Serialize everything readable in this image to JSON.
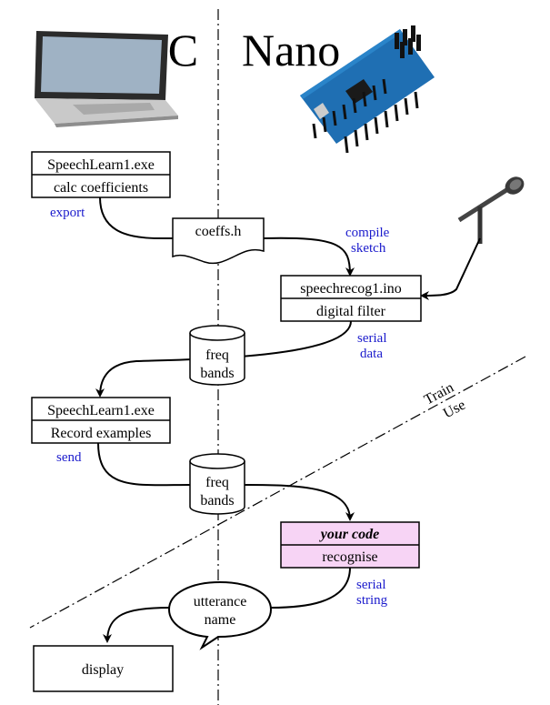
{
  "headings": {
    "pc": "PC",
    "nano": "Nano"
  },
  "labels": {
    "export": "export",
    "compile_line1": "compile",
    "compile_line2": "sketch",
    "serial_data_line1": "serial",
    "serial_data_line2": "data",
    "send": "send",
    "serial_string_line1": "serial",
    "serial_string_line2": "string",
    "train": "Train",
    "use": "Use"
  },
  "boxes": {
    "speechlearn_calc": {
      "line1": "SpeechLearn1.exe",
      "line2": "calc coefficients"
    },
    "coeffs_doc": {
      "label": "coeffs.h"
    },
    "speechrecog": {
      "line1": "speechrecog1.ino",
      "line2": "digital filter"
    },
    "freq_bands_1": {
      "line1": "freq",
      "line2": "bands"
    },
    "speechlearn_record": {
      "line1": "SpeechLearn1.exe",
      "line2": "Record examples"
    },
    "freq_bands_2": {
      "line1": "freq",
      "line2": "bands"
    },
    "your_code": {
      "line1": "your code",
      "line2": "recognise"
    },
    "utterance": {
      "line1": "utterance",
      "line2": "name"
    },
    "display": {
      "label": "display"
    }
  },
  "colors": {
    "note_blue": "#1a1acc",
    "your_code_fill": "#f7d4f5",
    "divider": "#000000"
  },
  "icons": [
    "laptop-icon",
    "arduino-nano-icon",
    "microphone-icon"
  ]
}
